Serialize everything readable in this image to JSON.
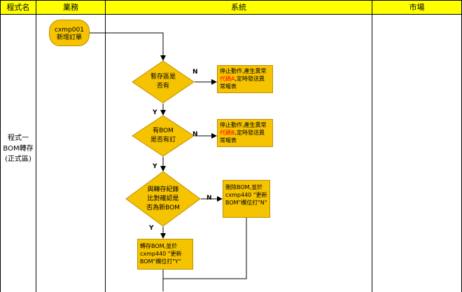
{
  "headers": {
    "program_name": "程式名",
    "business": "業務",
    "system": "系統",
    "market": "市場"
  },
  "row": {
    "label_line1": "程式一",
    "label_line2": "BOM轉存",
    "label_line3": "(正式區)"
  },
  "start": {
    "line1": "cxmp001",
    "line2": "新增訂單"
  },
  "decision1": {
    "line1": "暫存區是",
    "line2": "否有",
    "no": "N",
    "yes": "Y"
  },
  "decision2": {
    "line1": "有BOM",
    "line2": "是否有訂",
    "no": "N",
    "yes": "Y"
  },
  "decision3": {
    "line1": "與轉存紀錄",
    "line2": "比對確認是",
    "line3": "否為新BOM",
    "no": "N",
    "yes": "Y"
  },
  "box1": {
    "pre": "停止動作,產生異常",
    "red": "代碼A",
    "post": ",定時發送異常報表"
  },
  "box2": {
    "pre": "停止動作,產生異常",
    "red": "代碼B",
    "post": ",定時發送異常報表"
  },
  "box3": {
    "line1": "刪除BOM,並於",
    "line2": "cxmp440 \"更新",
    "line3": "BOM\"欄位打\"N\""
  },
  "box4": {
    "line1": "轉存BOM,並於",
    "line2": "cxmp440 \"更新",
    "line3": "BOM\"欄位打\"Y\""
  },
  "colors": {
    "header_yellow": "#ffff00",
    "shape_fill": "#f5c300",
    "shape_border": "#c09000",
    "highlight_red": "#ff0000"
  }
}
